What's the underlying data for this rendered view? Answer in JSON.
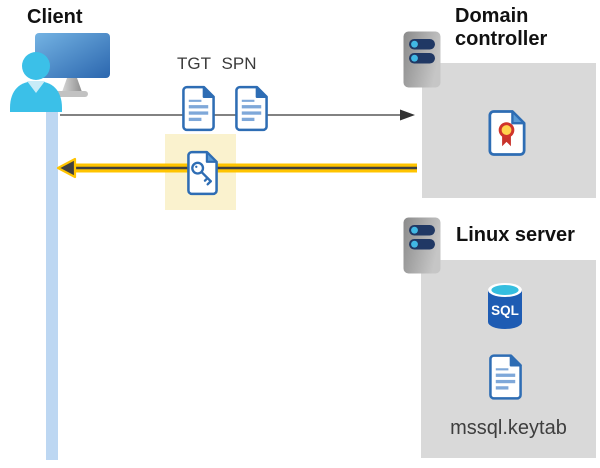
{
  "diagram": {
    "client": {
      "label": "Client"
    },
    "flow": {
      "tgt_label": "TGT",
      "spn_label": "SPN",
      "request_arrow": "client-to-domain-controller",
      "response_arrow": "domain-controller-to-client"
    },
    "domain_controller": {
      "label": "Domain controller"
    },
    "linux_server": {
      "label": "Linux server",
      "sql_label": "SQL",
      "keytab_label": "mssql.keytab"
    },
    "colors": {
      "accent_yellow": "#FFC400",
      "highlight_yellow": "#FAF2CE",
      "box_gray": "#D9D9D9",
      "icon_blue": "#2E6DB4",
      "icon_line_blue": "#7FA8D9",
      "person_teal": "#3BC0E8",
      "timeline_blue": "#BDD7F2",
      "arrow_dark": "#404040",
      "server_navy": "#203864",
      "sql_body_blue": "#1E5CB3",
      "ribbon_red": "#C9332B",
      "medal_gold": "#FFD34D"
    }
  }
}
